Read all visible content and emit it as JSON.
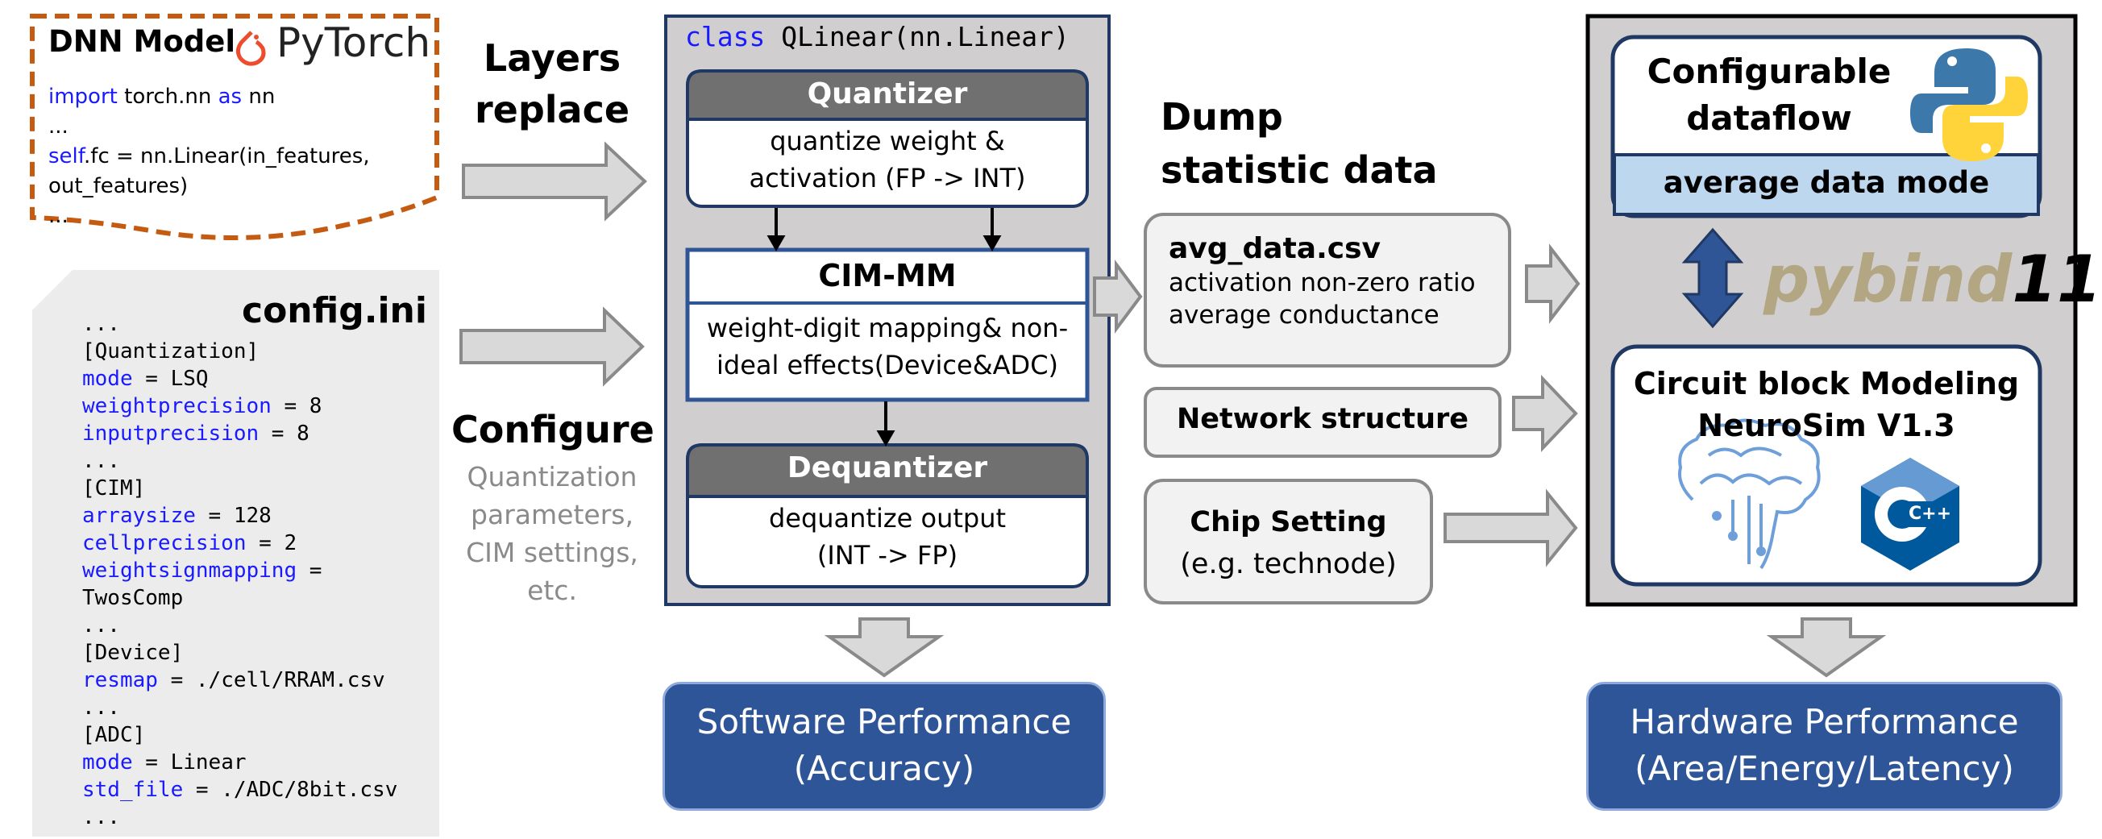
{
  "pytorch_box": {
    "title": "DNN Model",
    "logo_text": "PyTorch",
    "code_1a": "import",
    "code_1b": " torch.nn ",
    "code_1c": "as",
    "code_1d": " nn",
    "code_2": "...",
    "code_3a": "self",
    "code_3b": ".fc = nn.Linear(in_features,",
    "code_4": "out_features)",
    "code_5": "..."
  },
  "config_box": {
    "title": "config.ini",
    "lines": [
      {
        "key": "",
        "rest": "..."
      },
      {
        "key": "",
        "rest": "[Quantization]"
      },
      {
        "key": "mode",
        "rest": " = LSQ"
      },
      {
        "key": "weightprecision",
        "rest": " = 8"
      },
      {
        "key": "inputprecision",
        "rest": " = 8"
      },
      {
        "key": "",
        "rest": "..."
      },
      {
        "key": "",
        "rest": "[CIM]"
      },
      {
        "key": "arraysize",
        "rest": " = 128"
      },
      {
        "key": "cellprecision",
        "rest": " = 2"
      },
      {
        "key": "weightsignmapping",
        "rest": " ="
      },
      {
        "key": "",
        "rest": "TwosComp"
      },
      {
        "key": "",
        "rest": "..."
      },
      {
        "key": "",
        "rest": "[Device]"
      },
      {
        "key": "resmap",
        "rest": " = ./cell/RRAM.csv"
      },
      {
        "key": "",
        "rest": "..."
      },
      {
        "key": "",
        "rest": "[ADC]"
      },
      {
        "key": "mode",
        "rest": " = Linear"
      },
      {
        "key": "std_file",
        "rest": " = ./ADC/8bit.csv"
      },
      {
        "key": "",
        "rest": "..."
      }
    ]
  },
  "layers_replace": {
    "line1": "Layers",
    "line2": "replace"
  },
  "configure": {
    "title": "Configure",
    "line1": "Quantization",
    "line2": "parameters,",
    "line3": "CIM settings,",
    "line4": "etc."
  },
  "qlinear": {
    "class_kw": "class",
    "class_rest": " QLinear(nn.Linear)",
    "quantizer": {
      "title": "Quantizer",
      "line1": "quantize weight &",
      "line2": "activation (FP -> INT)"
    },
    "cimmm": {
      "title": "CIM-MM",
      "line1": "weight-digit mapping& non-",
      "line2": "ideal effects(Device&ADC)"
    },
    "dequantizer": {
      "title": "Dequantizer",
      "line1": "dequantize output",
      "line2": "(INT -> FP)"
    }
  },
  "software_perf": {
    "line1": "Software Performance",
    "line2": "(Accuracy)"
  },
  "dump": {
    "line1": "Dump",
    "line2": "statistic data"
  },
  "avg_data": {
    "title": "avg_data.csv",
    "line1": "activation non-zero ratio",
    "line2": "average conductance"
  },
  "network_structure": "Network structure",
  "chip_setting": {
    "line1": "Chip Setting",
    "line2": "(e.g. technode)"
  },
  "right_panel": {
    "config_dataflow_1": "Configurable",
    "config_dataflow_2": "dataflow",
    "avg_mode": "average data mode",
    "pybind_a": "pybind",
    "pybind_b": "11",
    "circuit_1": "Circuit block Modeling",
    "circuit_2": "NeuroSim V1.3",
    "cpp_label": "C++"
  },
  "hardware_perf": {
    "line1": "Hardware Performance",
    "line2": "(Area/Energy/Latency)"
  },
  "colors": {
    "pytorch_orange": "#c55a11",
    "dark_blue": "#1f3864",
    "perf_blue": "#2d5597",
    "light_blue": "#bdd7ee",
    "box_gray": "#d0cece",
    "arrow_gray": "#d9d9d9"
  }
}
